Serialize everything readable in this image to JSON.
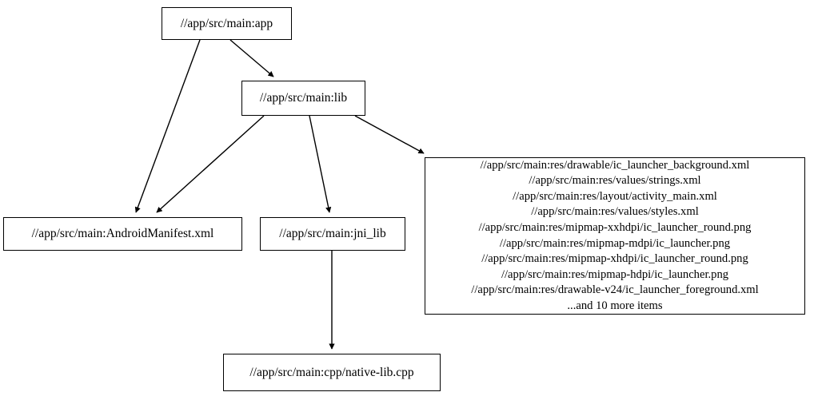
{
  "graph": {
    "type": "directed-dependency-graph",
    "background_color": "#ffffff",
    "line_color": "#000000",
    "nodes": [
      {
        "id": "app",
        "label": "//app/src/main:app"
      },
      {
        "id": "lib",
        "label": "//app/src/main:lib"
      },
      {
        "id": "manifest",
        "label": "//app/src/main:AndroidManifest.xml"
      },
      {
        "id": "jni_lib",
        "label": "//app/src/main:jni_lib"
      },
      {
        "id": "res",
        "label": "//app/src/main:res/drawable/ic_launcher_background.xml\n//app/src/main:res/values/strings.xml\n//app/src/main:res/layout/activity_main.xml\n//app/src/main:res/values/styles.xml\n//app/src/main:res/mipmap-xxhdpi/ic_launcher_round.png\n//app/src/main:res/mipmap-mdpi/ic_launcher.png\n//app/src/main:res/mipmap-xhdpi/ic_launcher_round.png\n//app/src/main:res/mipmap-hdpi/ic_launcher.png\n//app/src/main:res/drawable-v24/ic_launcher_foreground.xml\n...and 10 more items",
        "lines": [
          "//app/src/main:res/drawable/ic_launcher_background.xml",
          "//app/src/main:res/values/strings.xml",
          "//app/src/main:res/layout/activity_main.xml",
          "//app/src/main:res/values/styles.xml",
          "//app/src/main:res/mipmap-xxhdpi/ic_launcher_round.png",
          "//app/src/main:res/mipmap-mdpi/ic_launcher.png",
          "//app/src/main:res/mipmap-xhdpi/ic_launcher_round.png",
          "//app/src/main:res/mipmap-hdpi/ic_launcher.png",
          "//app/src/main:res/drawable-v24/ic_launcher_foreground.xml",
          "...and 10 more items"
        ]
      },
      {
        "id": "cpp",
        "label": "//app/src/main:cpp/native-lib.cpp"
      }
    ],
    "edges": [
      {
        "from": "app",
        "to": "lib"
      },
      {
        "from": "app",
        "to": "manifest"
      },
      {
        "from": "lib",
        "to": "manifest"
      },
      {
        "from": "lib",
        "to": "jni_lib"
      },
      {
        "from": "lib",
        "to": "res"
      },
      {
        "from": "jni_lib",
        "to": "cpp"
      }
    ]
  }
}
